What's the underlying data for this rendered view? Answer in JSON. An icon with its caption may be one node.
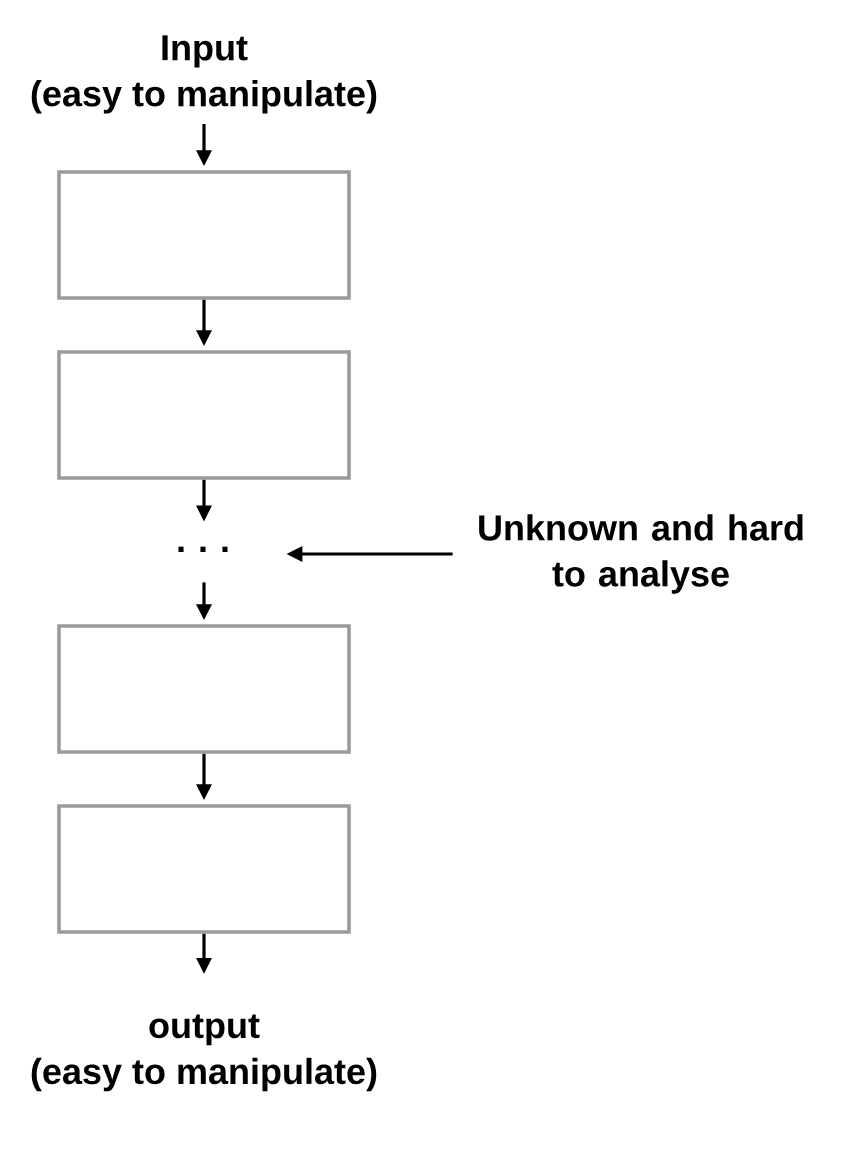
{
  "diagram": {
    "nodes": [
      {
        "text": [
          "Input",
          "(easy to manipulate)"
        ]
      },
      {
        "text": [],
        "shape": "box"
      },
      {
        "text": [],
        "shape": "box"
      },
      {
        "text": [
          "· · ·"
        ]
      },
      {
        "text": [
          "Unknown and hard to analyse"
        ]
      },
      {
        "text": [],
        "shape": "box"
      },
      {
        "text": [],
        "shape": "box"
      },
      {
        "text": [
          "output",
          "(easy to manipulate)"
        ]
      }
    ],
    "edges": [
      {
        "from": 0,
        "to": 1,
        "arrow": "to"
      },
      {
        "from": 1,
        "to": 2,
        "arrow": "to"
      },
      {
        "from": 2,
        "to": 3,
        "arrow": "to"
      },
      {
        "from": 4,
        "to": 3,
        "arrow": "to"
      },
      {
        "from": 3,
        "to": 5,
        "arrow": "to"
      },
      {
        "from": 5,
        "to": 6,
        "arrow": "to"
      },
      {
        "from": 6,
        "to": 7,
        "arrow": "to"
      }
    ]
  }
}
